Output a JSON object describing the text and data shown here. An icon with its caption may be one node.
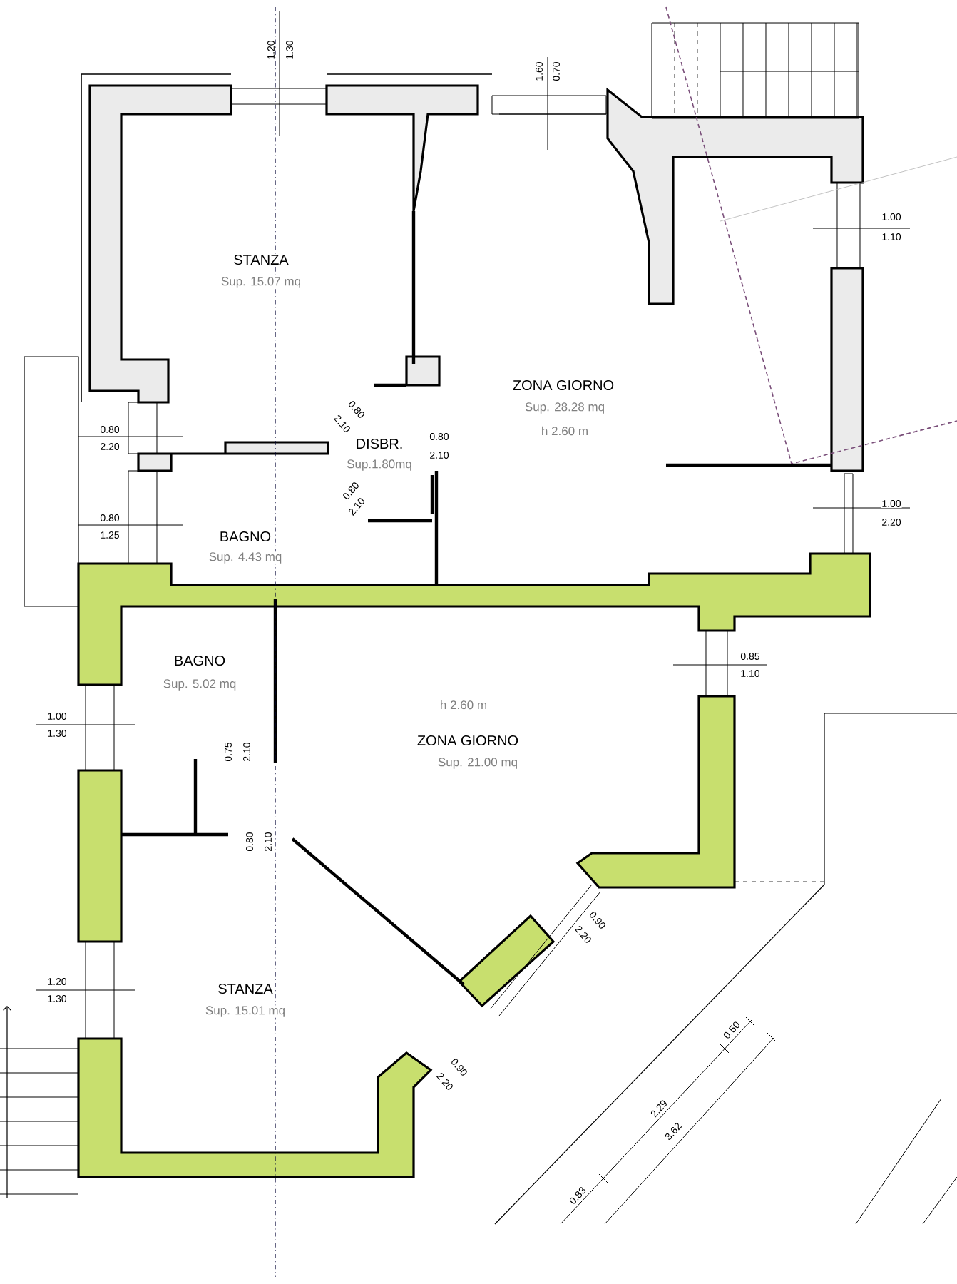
{
  "diagram": {
    "labels": [
      "1.20",
      "1.30",
      "1.60",
      "0.70",
      "STANZA",
      "Sup. 15.07 mq",
      "1.00",
      "1.10",
      "ZONA GIORNO",
      "Sup. 28.28 mq",
      "h 2.60 m",
      "0.80",
      "2.10",
      "0.80",
      "2.20",
      "DISBR.",
      "0.80",
      "2.10",
      "Sup.1.80mq",
      "0.80",
      "2.10",
      "1.00",
      "2.20",
      "0.80",
      "1.25",
      "BAGNO",
      "Sup. 4.43 mq",
      "0.85",
      "1.10",
      "BAGNO",
      "Sup. 5.02 mq",
      "h 2.60 m",
      "1.00",
      "1.30",
      "ZONA GIORNO",
      "Sup. 21.00 mq",
      "0.75",
      "2.10",
      "0.80",
      "2.10",
      "0.90",
      "2.20",
      "1.20",
      "1.30",
      "STANZA",
      "Sup. 15.01 mq",
      "0.90",
      "2.20",
      "0.50",
      "2.29",
      "3.62",
      "0.83"
    ]
  }
}
